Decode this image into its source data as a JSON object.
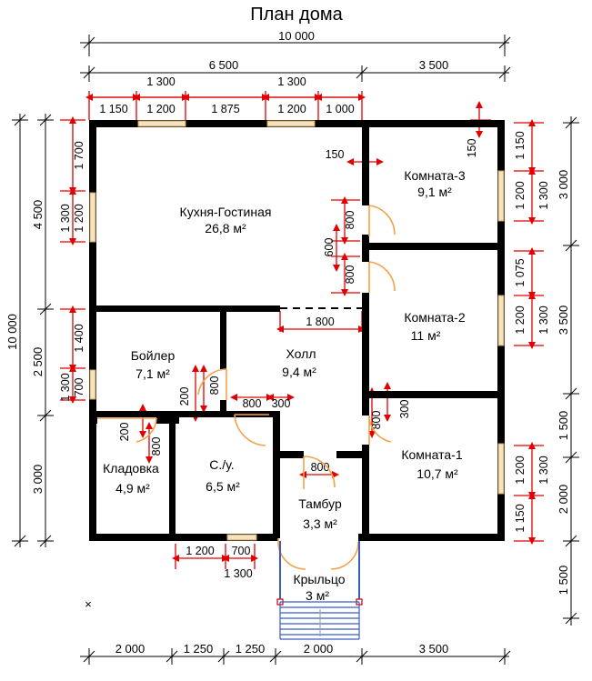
{
  "title": "План дома",
  "dims": {
    "total_width": "10 000",
    "w_left": "6 500",
    "w_right": "3 500",
    "w_top": [
      "1 150",
      "1 300",
      "1 200",
      "1 875",
      "1 300",
      "1 200",
      "1 000"
    ],
    "right_outer": [
      "3 000",
      "3 500",
      "1 500",
      "2 000",
      "1 500"
    ],
    "right_inner": [
      "1 150",
      "1 200",
      "1 300",
      "1 075",
      "1 200",
      "1 300",
      "1 200",
      "1 300",
      "1 150"
    ],
    "left_outer": [
      "10 000",
      "4 500",
      "2 500",
      "3 000"
    ],
    "left_inner": [
      "1 700",
      "1 300",
      "1 200",
      "1 400",
      "1 300",
      "700"
    ],
    "bottom": [
      "2 000",
      "1 250",
      "1 250",
      "2 000",
      "3 500"
    ],
    "bottom_inner": [
      "1 200",
      "700",
      "1 300"
    ],
    "interior": [
      "150",
      "150",
      "800",
      "600",
      "800",
      "1 800",
      "800",
      "800",
      "300",
      "200",
      "800",
      "200",
      "800",
      "300",
      "800"
    ]
  },
  "rooms": [
    {
      "name": "Кухня-Гостиная",
      "area": "26,8 м²"
    },
    {
      "name": "Комната-3",
      "area": "9,1 м²"
    },
    {
      "name": "Комната-2",
      "area": "11 м²"
    },
    {
      "name": "Комната-1",
      "area": "10,7 м²"
    },
    {
      "name": "Холл",
      "area": "9,4 м²"
    },
    {
      "name": "Бойлер",
      "area": "7,1 м²"
    },
    {
      "name": "Кладовка",
      "area": "4,9 м²"
    },
    {
      "name": "С./у.",
      "area": "6,5 м²"
    },
    {
      "name": "Тамбур",
      "area": "3,3 м²"
    },
    {
      "name": "Крыльцо",
      "area": "3 м²"
    }
  ],
  "colors": {
    "walls": "#000000",
    "dimensions_red": "#e00000",
    "doors": "#f4a24a",
    "windows": "#f5e3c0"
  }
}
